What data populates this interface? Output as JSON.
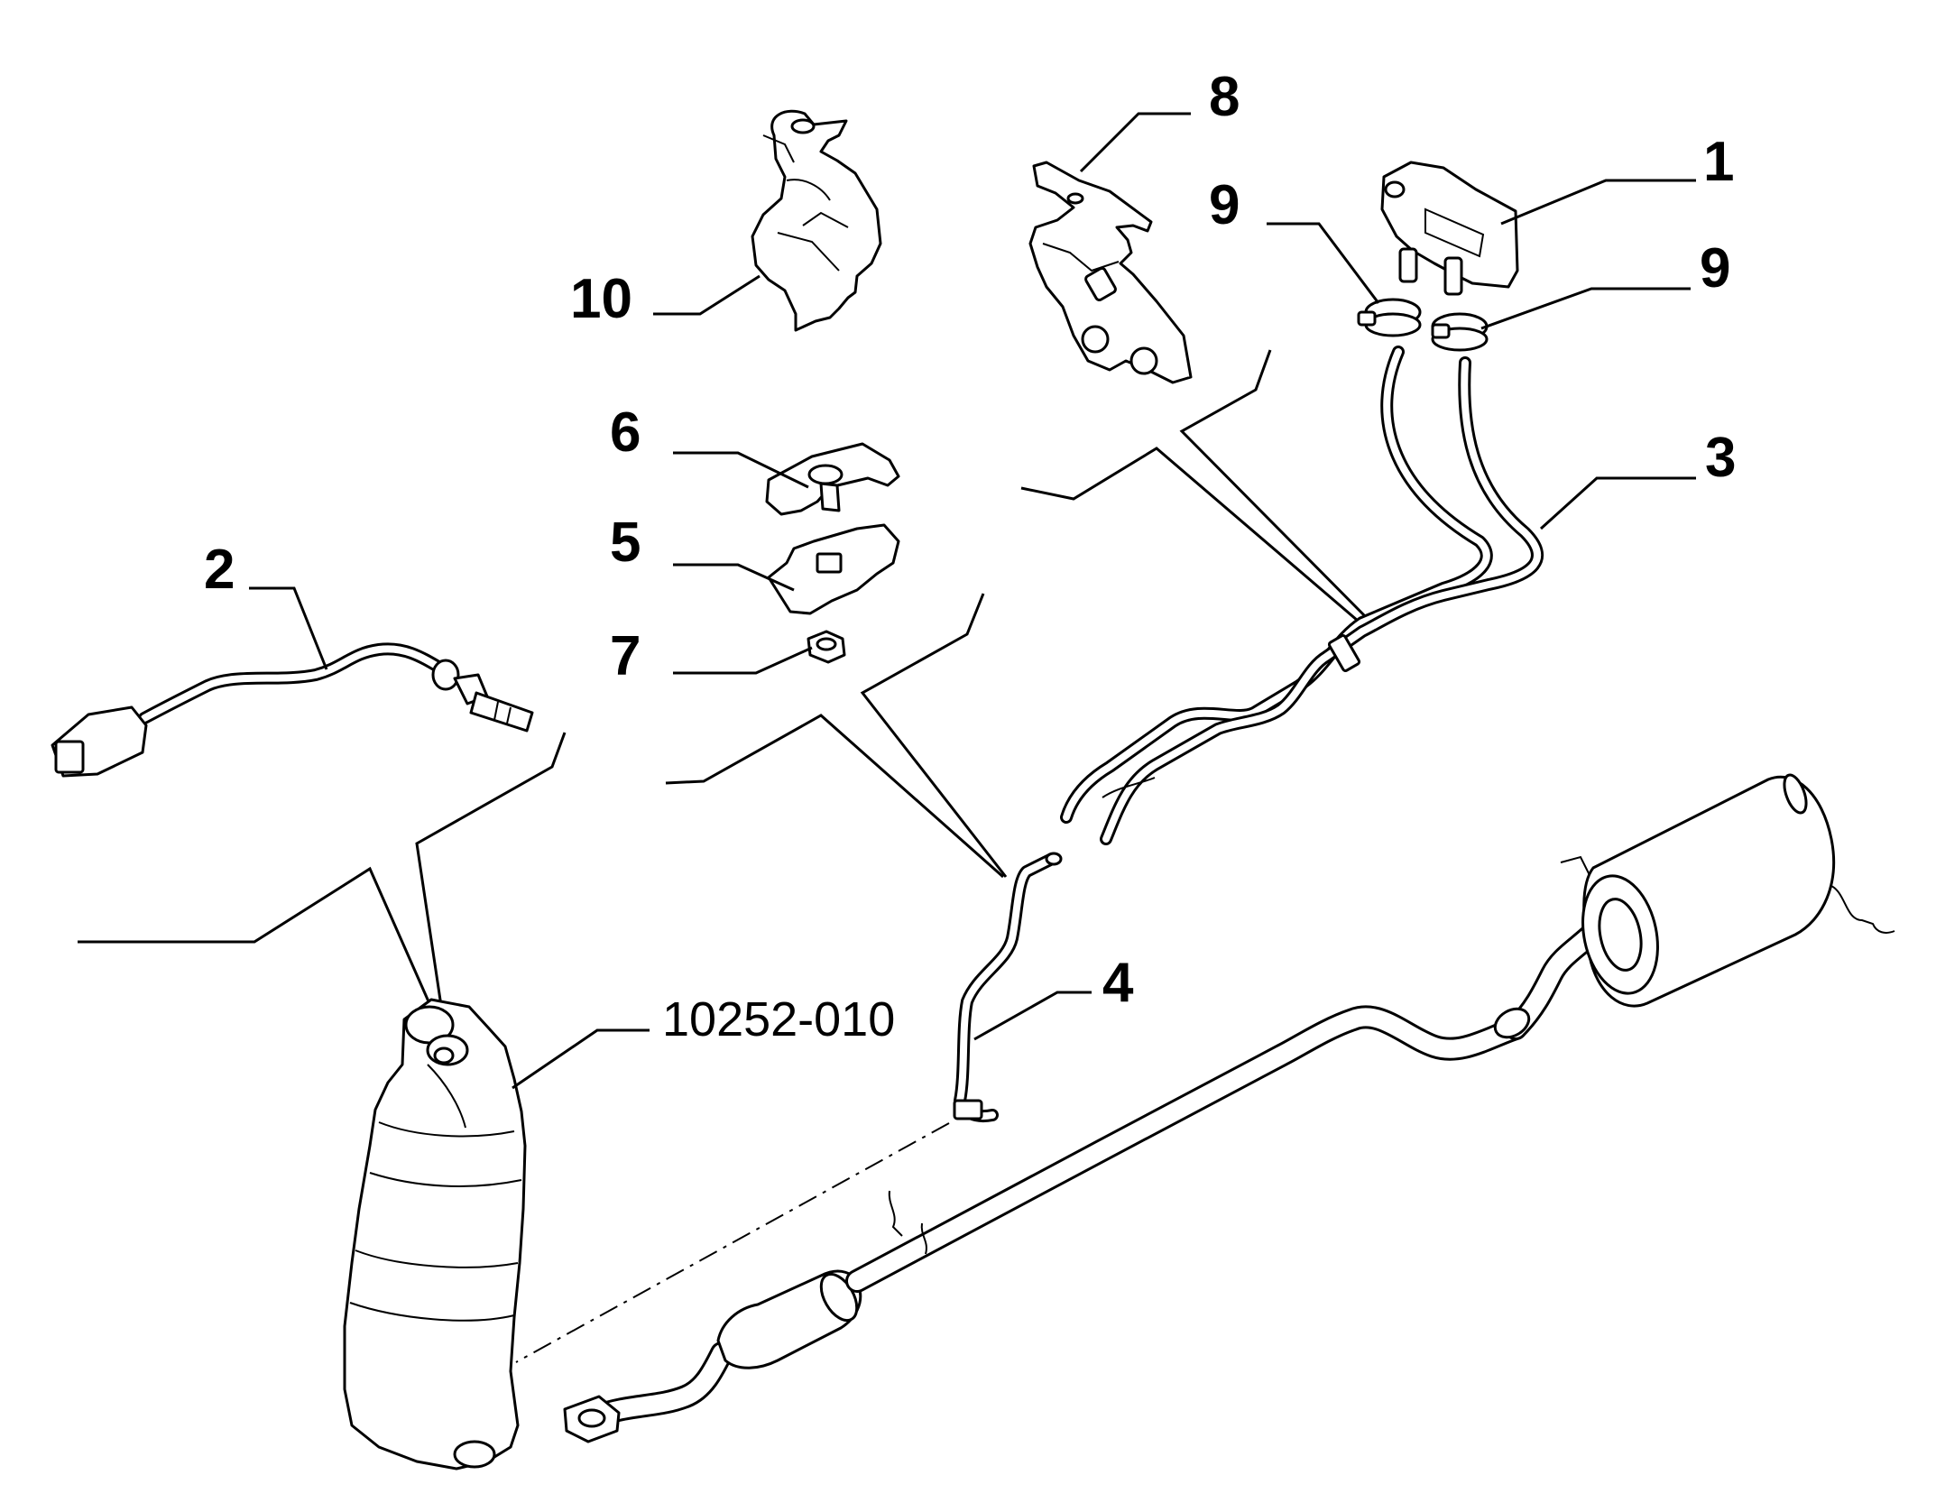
{
  "diagram": {
    "callouts": [
      {
        "id": "1",
        "label": "1"
      },
      {
        "id": "2",
        "label": "2"
      },
      {
        "id": "3",
        "label": "3"
      },
      {
        "id": "4",
        "label": "4"
      },
      {
        "id": "5",
        "label": "5"
      },
      {
        "id": "6",
        "label": "6"
      },
      {
        "id": "7",
        "label": "7"
      },
      {
        "id": "8",
        "label": "8"
      },
      {
        "id": "9a",
        "label": "9"
      },
      {
        "id": "9b",
        "label": "9"
      },
      {
        "id": "10",
        "label": "10"
      },
      {
        "id": "ref",
        "label": "10252-010"
      }
    ]
  }
}
